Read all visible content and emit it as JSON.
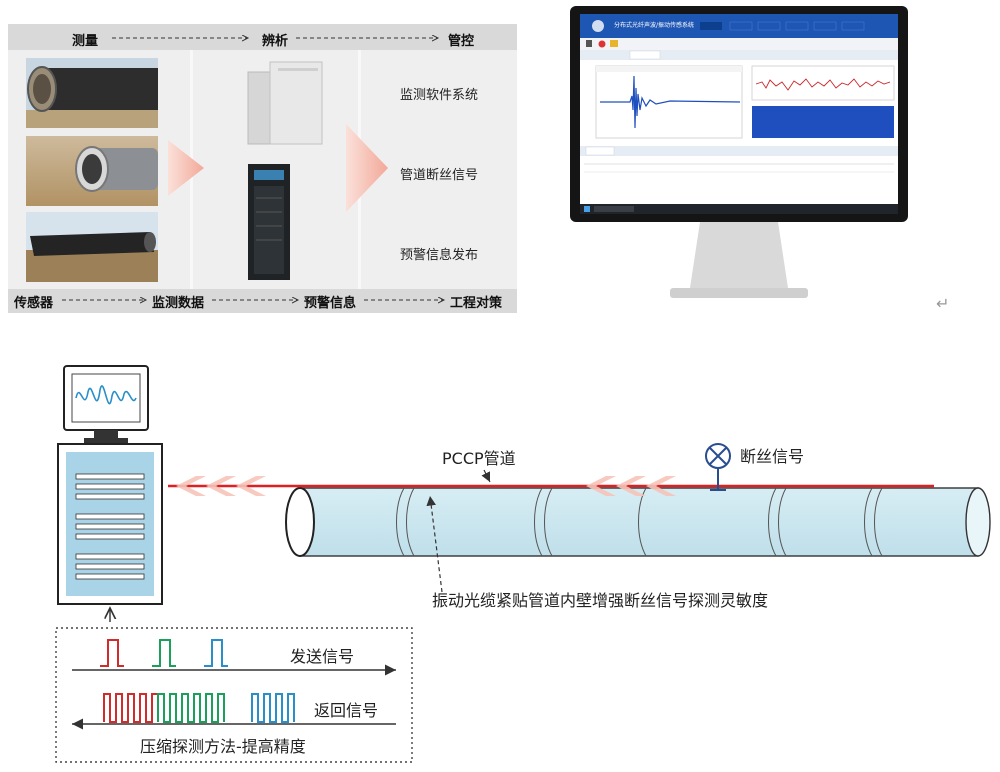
{
  "top_flow": {
    "stage_top": [
      "测量",
      "辨析",
      "管控"
    ],
    "stage_bottom": [
      "传感器",
      "监测数据",
      "预警信息",
      "工程对策"
    ],
    "functions": [
      "监测软件系统",
      "管道断丝信号",
      "预警信息发布"
    ]
  },
  "monitor": {
    "title": "分布式光纤声波/振动传感系统"
  },
  "return_mark": "↵",
  "pipeline": {
    "pccp_label": "PCCP管道",
    "wire_break_label": "断丝信号",
    "fiber_note": "振动光缆紧贴管道内壁增强断丝信号探测灵敏度"
  },
  "signals": {
    "send_label": "发送信号",
    "return_label": "返回信号",
    "method_label": "压缩探测方法-提高精度"
  },
  "colors": {
    "pulse_red": "#d22b2b",
    "pulse_green": "#1aa05a",
    "pulse_blue": "#2a8ec9",
    "fiber": "#e02020",
    "pipe_fill": "#cfe8f0",
    "cabinet": "#9cc8dc"
  }
}
